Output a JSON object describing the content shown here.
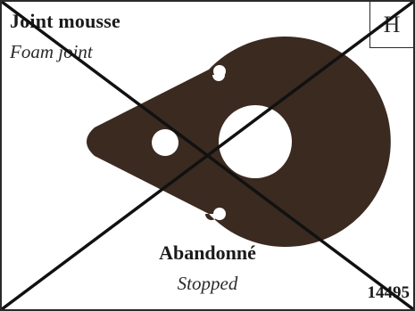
{
  "card": {
    "title_fr": "Joint mousse",
    "title_en": "Foam joint",
    "grade": "H",
    "status_fr": "Abandonné",
    "status_en": "Stopped",
    "reference": "14495"
  },
  "colors": {
    "part_fill": "#3b2a20",
    "cross_stroke": "#111111",
    "border": "#2a2a2a"
  }
}
